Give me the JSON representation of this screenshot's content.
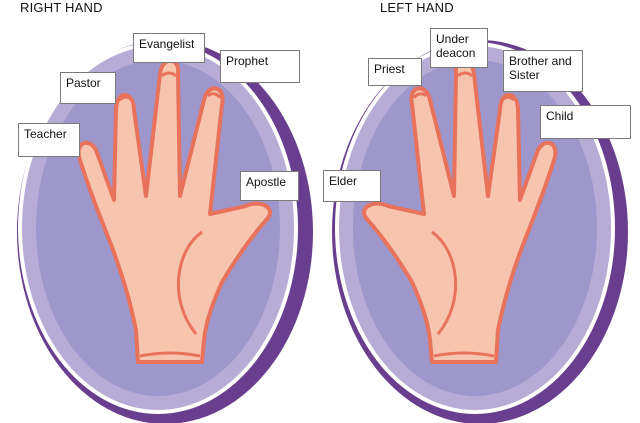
{
  "titles": {
    "right": "RIGHT HAND",
    "left": "LEFT HAND"
  },
  "right_hand_labels": {
    "teacher": "Teacher",
    "pastor": "Pastor",
    "evangelist": "Evangelist",
    "prophet": "Prophet",
    "apostle": "Apostle"
  },
  "left_hand_labels": {
    "elder": "Elder",
    "priest": "Priest",
    "under_deacon": "Under\ndeacon",
    "brother_and_sister": "Brother and\nSister",
    "child": "Child"
  },
  "colors": {
    "oval_outer": "#6a3e8e",
    "oval_ring": "#b7acd6",
    "oval_inner": "#9d97cc",
    "skin": "#f7c4ae",
    "skin_outline": "#e8725c"
  }
}
